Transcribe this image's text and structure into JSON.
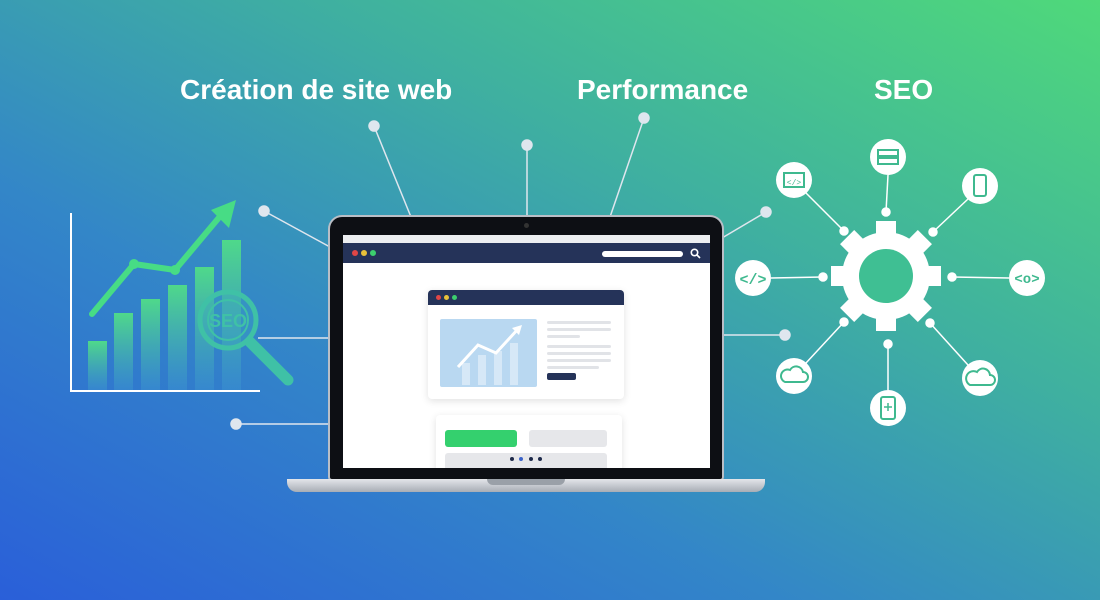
{
  "titles": {
    "website": "Création de site web",
    "performance": "Performance",
    "seo": "SEO"
  },
  "illustration": {
    "magnifier_label": "SEO"
  },
  "colors": {
    "accent_green": "#4fd97a",
    "navy": "#253359",
    "bg_blue": "#2a5fd9"
  }
}
